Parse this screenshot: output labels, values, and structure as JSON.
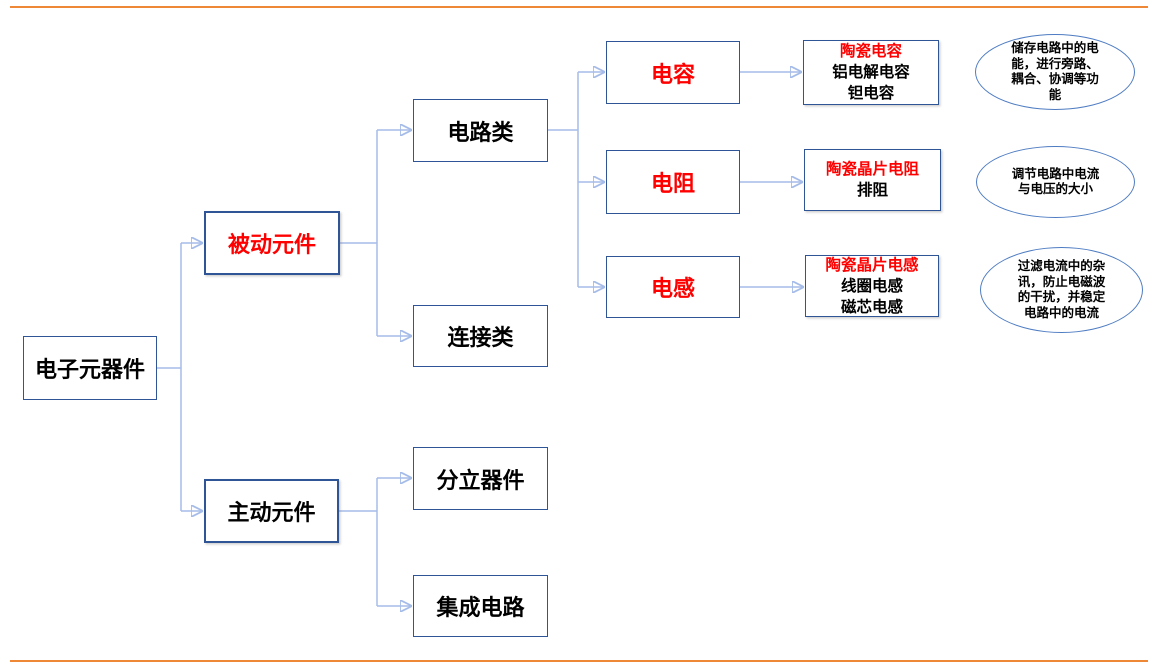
{
  "colors": {
    "box_border": "#2F5597",
    "connector_line": "#A6BCE8",
    "arrowhead": "#4472C4",
    "ellipse_border": "#4E7CC2",
    "accent_red": "#FF0000",
    "rule_orange": "#EE8836",
    "text_black": "#000000"
  },
  "diagram": {
    "root": {
      "label": "电子元器件"
    },
    "level1": {
      "passive": {
        "label": "被动元件"
      },
      "active": {
        "label": "主动元件"
      }
    },
    "level2": {
      "circuit": {
        "label": "电路类"
      },
      "connection": {
        "label": "连接类"
      },
      "discrete": {
        "label": "分立器件"
      },
      "integrated": {
        "label": "集成电路"
      }
    },
    "level3": {
      "capacitor": {
        "label": "电容"
      },
      "resistor": {
        "label": "电阻"
      },
      "inductor": {
        "label": "电感"
      }
    },
    "level4": {
      "capacitor_types": {
        "line1": "陶瓷电容",
        "line2": "铝电解电容",
        "line3": "钽电容"
      },
      "resistor_types": {
        "line1": "陶瓷晶片电阻",
        "line2": "排阻"
      },
      "inductor_types": {
        "line1": "陶瓷晶片电感",
        "line2": "线圈电感",
        "line3": "磁芯电感"
      }
    },
    "functions": {
      "capacitor": "储存电路中的电能，进行旁路、耦合、协调等功能",
      "resistor": "调节电路中电流与电压的大小",
      "inductor": "过滤电流中的杂讯，防止电磁波的干扰，并稳定电路中的电流"
    }
  }
}
